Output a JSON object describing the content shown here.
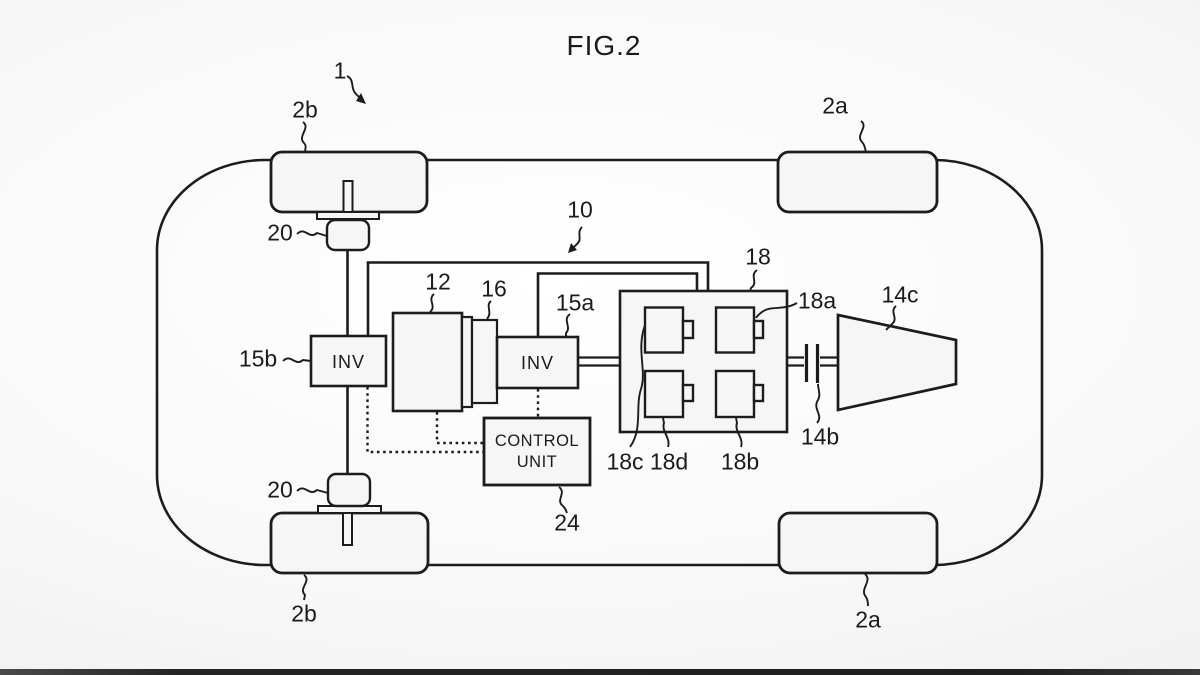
{
  "figure": {
    "title": "FIG.2"
  },
  "blocks": {
    "inverter_rear": "INV",
    "inverter_front": "INV",
    "control_unit": {
      "line1": "CONTROL",
      "line2": "UNIT"
    }
  },
  "ref": {
    "vehicle": "1",
    "drive_system": "10",
    "front_wheel_top": "2a",
    "front_wheel_bottom": "2a",
    "rear_wheel_top": "2b",
    "rear_wheel_bottom": "2b",
    "wheel_support_top": "20",
    "wheel_support_bottom": "20",
    "inverter_rear": "15b",
    "inverter_front": "15a",
    "motor": "12",
    "reducer": "16",
    "unit_18": "18",
    "cell_18a": "18a",
    "cell_18b": "18b",
    "cell_18c": "18c",
    "cell_18d": "18d",
    "coupling": "14b",
    "engine": "14c",
    "control_unit": "24"
  },
  "colors": {
    "line": "#1c1c1c",
    "background": "#f4f4f4",
    "fill": "#f6f6f6"
  }
}
